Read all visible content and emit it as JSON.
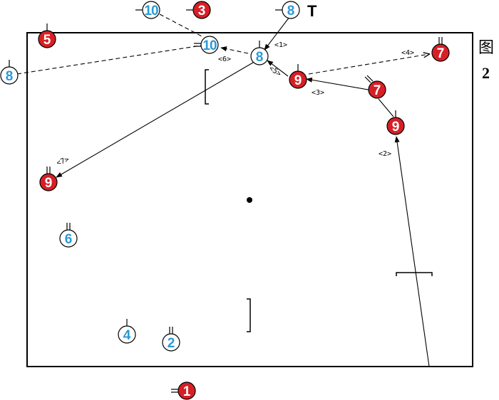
{
  "caption": {
    "prefix": "图",
    "number": "2"
  },
  "colors": {
    "red": "#d71f26",
    "blue": "#2a9ad6",
    "line": "#000000"
  },
  "players": [
    {
      "id": "r5",
      "team": "red",
      "number": "5"
    },
    {
      "id": "r3",
      "team": "red",
      "number": "3"
    },
    {
      "id": "r7a",
      "team": "red",
      "number": "7"
    },
    {
      "id": "r9a",
      "team": "red",
      "number": "9"
    },
    {
      "id": "r7b",
      "team": "red",
      "number": "7"
    },
    {
      "id": "r9b",
      "team": "red",
      "number": "9"
    },
    {
      "id": "r9c",
      "team": "red",
      "number": "9"
    },
    {
      "id": "r1",
      "team": "red",
      "number": "1"
    },
    {
      "id": "b10a",
      "team": "blue",
      "number": "10"
    },
    {
      "id": "b8a",
      "team": "blue",
      "number": "8"
    },
    {
      "id": "b10b",
      "team": "blue",
      "number": "10"
    },
    {
      "id": "b8b",
      "team": "blue",
      "number": "8"
    },
    {
      "id": "b8c",
      "team": "blue",
      "number": "8"
    },
    {
      "id": "b6",
      "team": "blue",
      "number": "6"
    },
    {
      "id": "b4",
      "team": "blue",
      "number": "4"
    },
    {
      "id": "b2",
      "team": "blue",
      "number": "2"
    }
  ],
  "sequence_labels": [
    "<1>",
    "<2>",
    "<3>",
    "<4>",
    "<5>",
    "<6>",
    "<7>"
  ],
  "marker": "T"
}
